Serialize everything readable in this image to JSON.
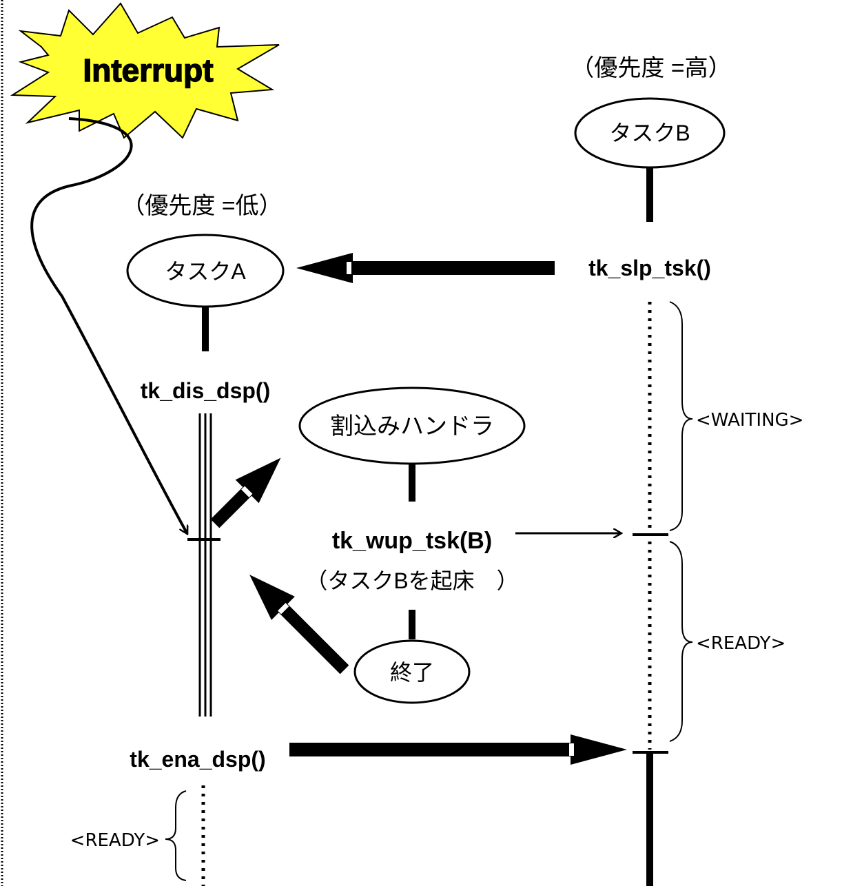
{
  "interrupt": {
    "label": "Interrupt",
    "burst_fill": "#ffff33",
    "text_color": "#ff0000"
  },
  "task_a": {
    "priority_label": "（優先度 =低）",
    "name": "タスクA"
  },
  "task_b": {
    "priority_label": "（優先度 =高）",
    "name": "タスクB"
  },
  "handler": {
    "name": "割込みハンドラ",
    "end_label": "終了"
  },
  "calls": {
    "slp": "tk_slp_tsk()",
    "dis": "tk_dis_dsp()",
    "wup": "tk_wup_tsk(B)",
    "wup_note": "（タスクBを起床　）",
    "ena": "tk_ena_dsp()"
  },
  "states": {
    "b_waiting": "<WAITING>",
    "b_ready": "<READY>",
    "a_ready": "<READY>"
  }
}
